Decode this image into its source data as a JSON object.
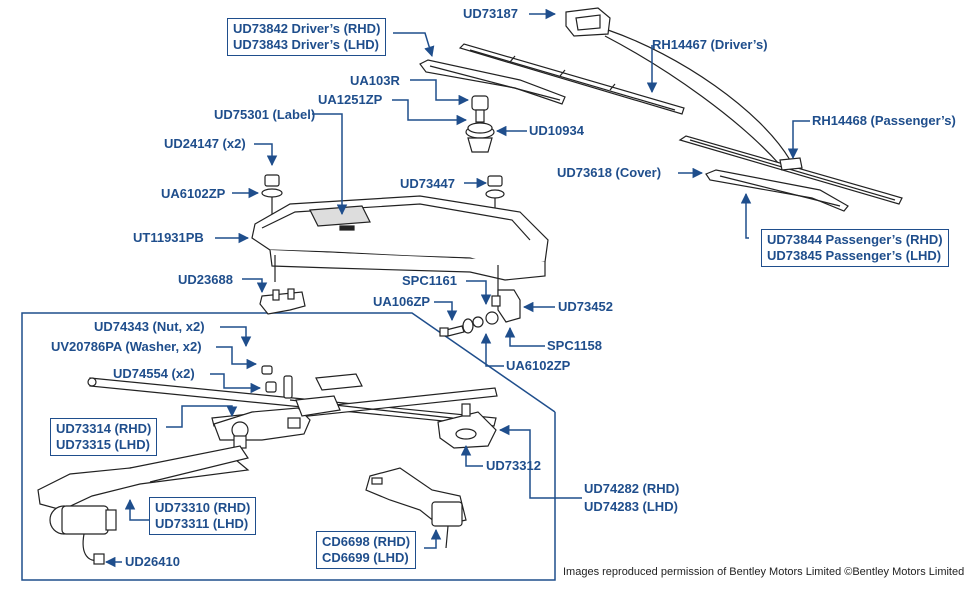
{
  "labels": {
    "ud73842": "UD73842 Driver’s (RHD)",
    "ud73843": "UD73843 Driver’s (LHD)",
    "ud73187": "UD73187",
    "rh14467": "RH14467 (Driver’s)",
    "ua103r": "UA103R",
    "ua1251zp": "UA1251ZP",
    "ud10934": "UD10934",
    "ud75301": "UD75301 (Label)",
    "rh14468": "RH14468 (Passenger’s)",
    "ud24147": "UD24147 (x2)",
    "ud73618": "UD73618 (Cover)",
    "ud73447": "UD73447",
    "ua6102zp_top": "UA6102ZP",
    "ut11931pb": "UT11931PB",
    "ud73844": "UD73844 Passenger’s (RHD)",
    "ud73845": "UD73845 Passenger’s (LHD)",
    "ud23688": "UD23688",
    "spc1161": "SPC1161",
    "ua106zp": "UA106ZP",
    "ud73452": "UD73452",
    "ud74343": "UD74343 (Nut, x2)",
    "spc1158": "SPC1158",
    "uv20786pa": "UV20786PA (Washer, x2)",
    "ua6102zp_bottom": "UA6102ZP",
    "ud74554": "UD74554 (x2)",
    "ud73314": "UD73314 (RHD)",
    "ud73315": "UD73315 (LHD)",
    "ud73312": "UD73312",
    "ud74282": "UD74282 (RHD)",
    "ud74283": "UD74283 (LHD)",
    "ud73310": "UD73310 (RHD)",
    "ud73311": "UD73311 (LHD)",
    "cd6698": "CD6698 (RHD)",
    "cd6699": "CD6699 (LHD)",
    "ud26410": "UD26410"
  },
  "credit": "Images reproduced permission of Bentley Motors Limited ©Bentley Motors Limited",
  "colors": {
    "accent": "#1f4e8c",
    "drawing": "#222222"
  }
}
